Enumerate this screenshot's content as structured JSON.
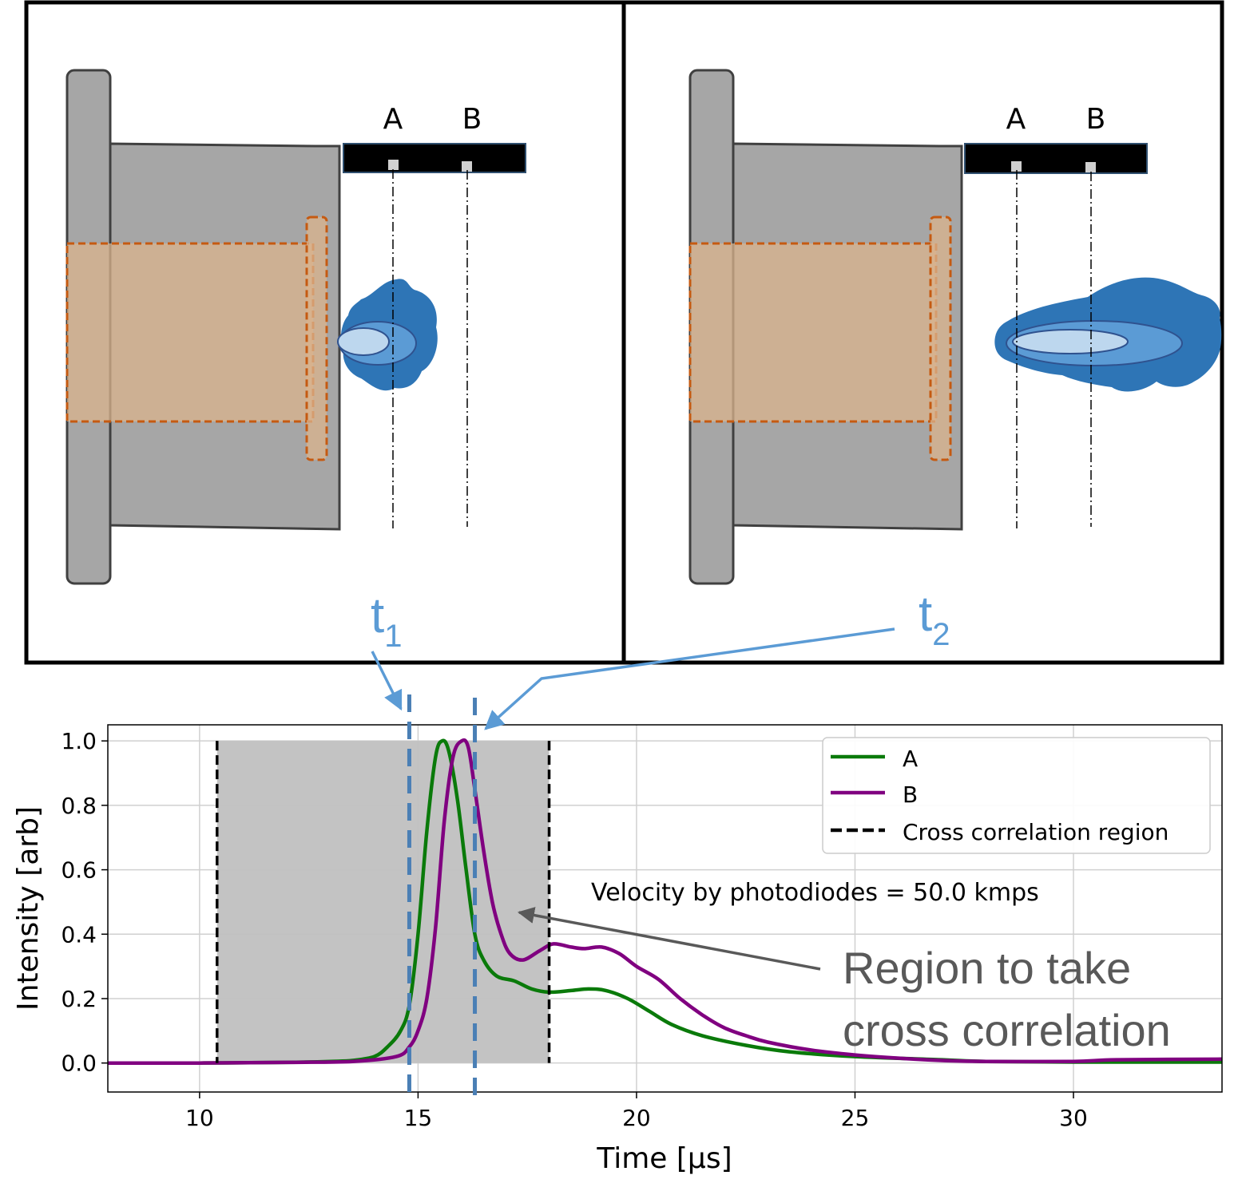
{
  "panels": {
    "sensor_a_label": "A",
    "sensor_b_label": "B",
    "time_label_1": {
      "base": "t",
      "sub": "1"
    },
    "time_label_2": {
      "base": "t",
      "sub": "2"
    }
  },
  "annotations": {
    "velocity_text": "Velocity by photodiodes = 50.0 kmps",
    "region_line_1": "Region to take",
    "region_line_2": "cross correlation"
  },
  "colors": {
    "series_a": "#0a7a0a",
    "series_b": "#800080",
    "marker": "#4a7fb5",
    "callout_blue": "#5b9bd5",
    "plume_outer": "#2e75b6",
    "plume_mid": "#5b9bd5",
    "plume_core": "#bdd7ee",
    "gun_gray": "#a6a6a6",
    "electrode": "#d9b38c",
    "electrode_border": "#c55a11",
    "shaded_region": "#c0c0c0"
  },
  "chart_data": {
    "type": "line",
    "xlabel": "Time [μs]",
    "ylabel": "Intensity [arb]",
    "xlim": [
      7.9,
      33.4
    ],
    "ylim": [
      -0.09,
      1.05
    ],
    "xticks": [
      10,
      15,
      20,
      25,
      30
    ],
    "yticks": [
      "0.0",
      "0.2",
      "0.4",
      "0.6",
      "0.8",
      "1.0"
    ],
    "grid": true,
    "legend_position": "top-right",
    "legend": [
      {
        "label": "A",
        "style": "solid",
        "color": "#0a7a0a"
      },
      {
        "label": "B",
        "style": "solid",
        "color": "#800080"
      },
      {
        "label": "Cross correlation region",
        "style": "dashed",
        "color": "#000000"
      }
    ],
    "cross_correlation_region": {
      "x_start": 10.4,
      "x_end": 18.0,
      "y_top": 1.0
    },
    "markers": {
      "t1": 14.8,
      "t2": 16.3
    },
    "series": [
      {
        "name": "A",
        "x": [
          7.9,
          10,
          12,
          13,
          13.5,
          14,
          14.3,
          14.6,
          14.8,
          15.0,
          15.2,
          15.4,
          15.55,
          15.7,
          15.9,
          16.1,
          16.3,
          16.5,
          16.8,
          17.2,
          17.6,
          18.0,
          18.5,
          18.9,
          19.3,
          19.8,
          20.3,
          20.8,
          21.5,
          22.5,
          23.5,
          25,
          27,
          28,
          30,
          33.4
        ],
        "y": [
          0.0,
          0.0,
          0.002,
          0.005,
          0.008,
          0.02,
          0.05,
          0.1,
          0.18,
          0.4,
          0.72,
          0.95,
          1.0,
          0.97,
          0.82,
          0.6,
          0.4,
          0.32,
          0.27,
          0.255,
          0.23,
          0.22,
          0.225,
          0.23,
          0.225,
          0.2,
          0.16,
          0.12,
          0.085,
          0.055,
          0.035,
          0.02,
          0.01,
          0.005,
          0.003,
          0.003
        ]
      },
      {
        "name": "B",
        "x": [
          7.9,
          10,
          12,
          13.5,
          14.5,
          14.8,
          15.0,
          15.2,
          15.4,
          15.6,
          15.8,
          16.0,
          16.15,
          16.3,
          16.5,
          16.7,
          16.9,
          17.1,
          17.4,
          17.8,
          18.1,
          18.5,
          18.8,
          19.2,
          19.6,
          20.0,
          20.5,
          21.0,
          21.5,
          22.0,
          22.5,
          23,
          24,
          25,
          26,
          27,
          28,
          30,
          31,
          33.4
        ],
        "y": [
          0.0,
          0.0,
          0.002,
          0.005,
          0.02,
          0.05,
          0.1,
          0.2,
          0.42,
          0.75,
          0.95,
          1.0,
          0.98,
          0.85,
          0.66,
          0.5,
          0.4,
          0.34,
          0.32,
          0.35,
          0.37,
          0.36,
          0.355,
          0.36,
          0.34,
          0.3,
          0.26,
          0.2,
          0.15,
          0.11,
          0.085,
          0.065,
          0.04,
          0.025,
          0.015,
          0.008,
          0.005,
          0.005,
          0.01,
          0.012
        ]
      }
    ]
  }
}
